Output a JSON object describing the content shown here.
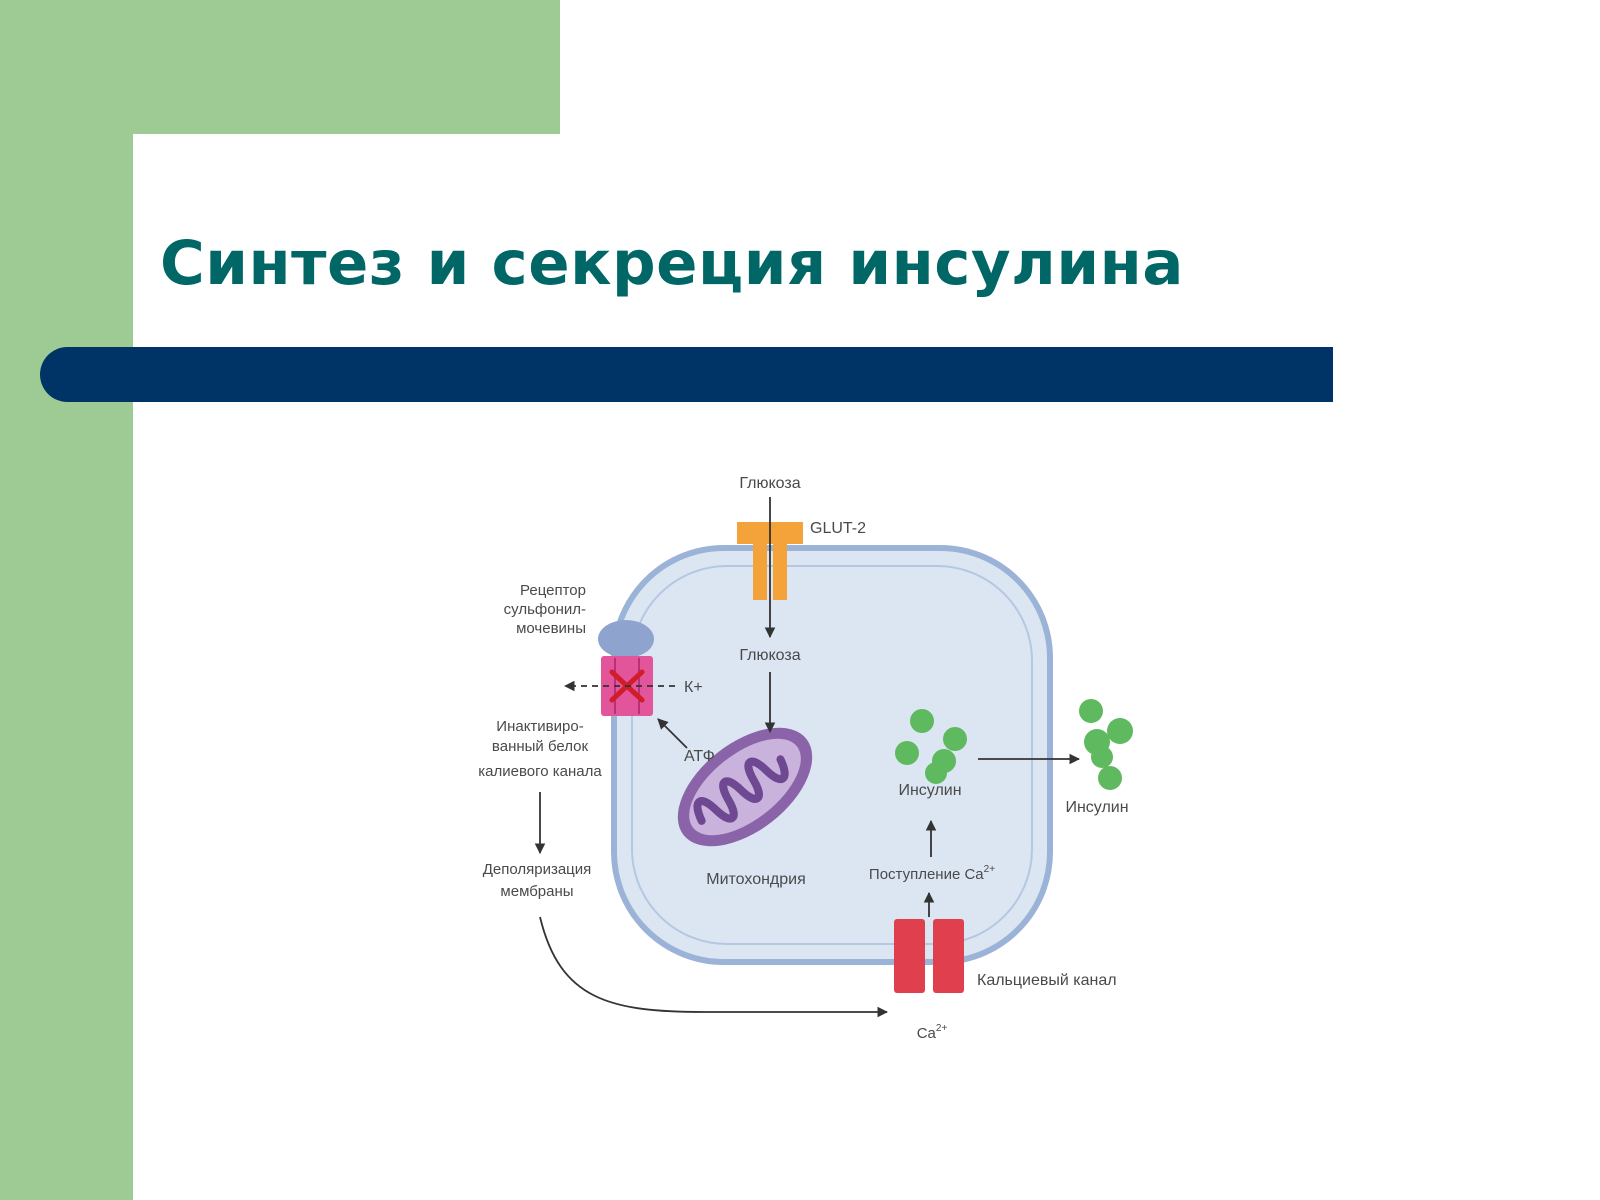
{
  "slide": {
    "title": "Синтез и секреция инсулина",
    "colors": {
      "green_panel": "#9ecb93",
      "title_text": "#006666",
      "title_bar": "#003366",
      "cell_body": "#dce6f3",
      "cell_outline": "#9bb3d6",
      "glut2": "#f3a33a",
      "sulfonylurea_receptor": "#8fa3cf",
      "k_channel": "#e2559b",
      "mitochondrion": "#8b63a8",
      "insulin_granule": "#5fb95f",
      "calcium_channel": "#e0404e"
    }
  },
  "diagram": {
    "labels": {
      "glucose_outside": "Глюкоза",
      "glut2": "GLUT-2",
      "glucose_inside": "Глюкоза",
      "receptor_line1": "Рецептор",
      "receptor_line2": "сульфонил-",
      "receptor_line3": "мочевины",
      "k_ion": "К+",
      "atp": "АТФ",
      "inactivated_line1": "Инактивиро-",
      "inactivated_line2": "ванный белок",
      "inactivated_line3": "калиевого канала",
      "depolarization_line1": "Деполяризация",
      "depolarization_line2": "мембраны",
      "mitochondria": "Митохондрия",
      "insulin_inside": "Инсулин",
      "insulin_outside": "Инсулин",
      "ca_entry": "Поступление Ca",
      "ca_entry_superscript": "2+",
      "calcium_channel": "Кальциевый канал",
      "ca_ion": "Ca",
      "ca_ion_superscript": "2+"
    }
  }
}
